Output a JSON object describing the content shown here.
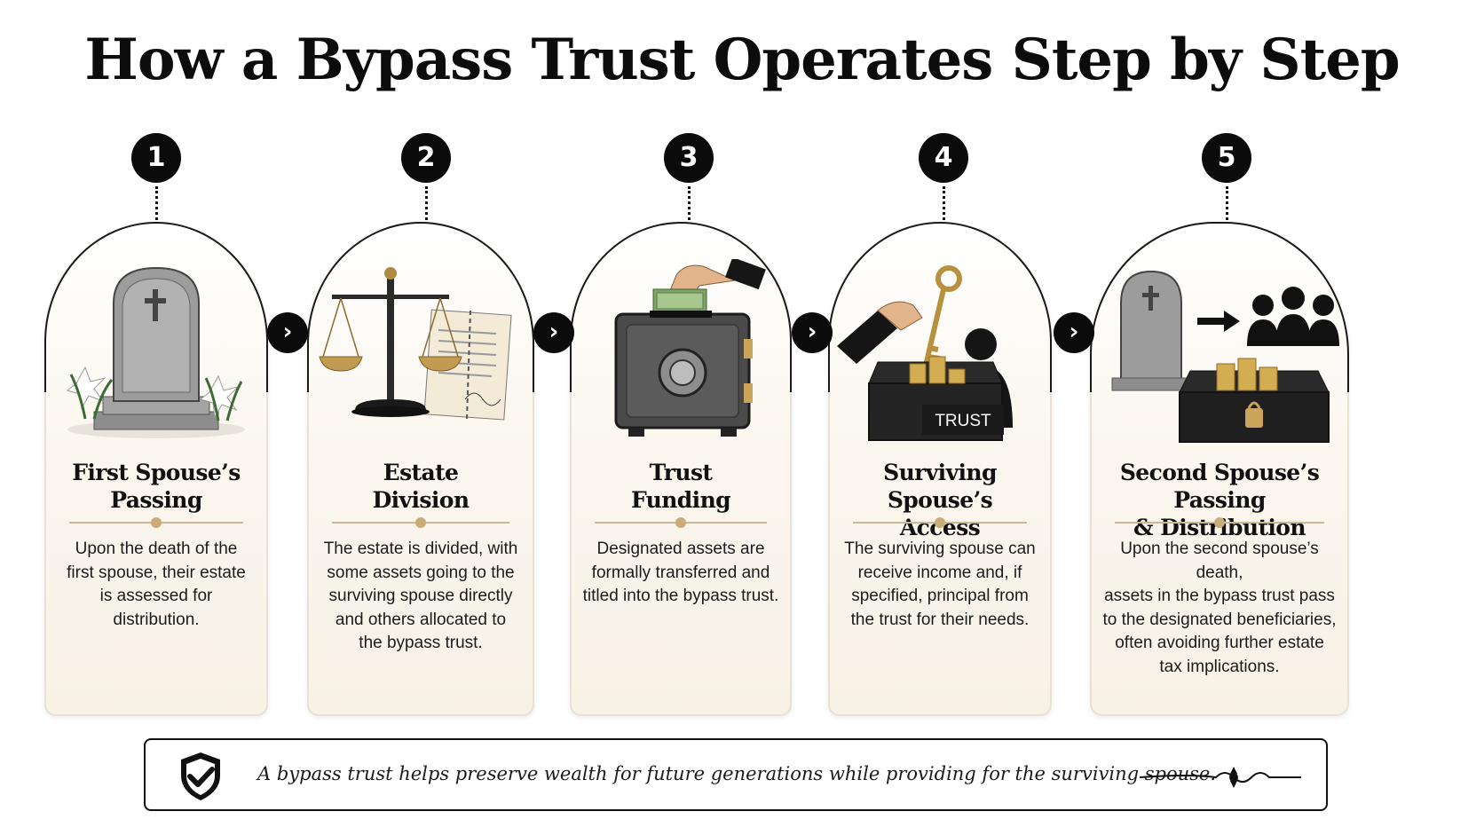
{
  "title": "How a Bypass Trust Operates Step by Step",
  "steps": [
    {
      "number": "1",
      "title_line1": "First Spouse’s",
      "title_line2": "Passing",
      "desc": [
        "Upon the death of the",
        "first spouse, their estate",
        "is assessed for distribution."
      ],
      "icon": "tombstone-with-lilies-icon"
    },
    {
      "number": "2",
      "title_line1": "Estate",
      "title_line2": "Division",
      "desc": [
        "The estate is divided, with",
        "some assets going to the",
        "surviving spouse directly",
        "and others allocated to",
        "the bypass trust."
      ],
      "icon": "scales-and-document-icon"
    },
    {
      "number": "3",
      "title_line1": "Trust",
      "title_line2": "Funding",
      "desc": [
        "Designated assets are",
        "formally transferred and",
        "titled into the bypass trust."
      ],
      "icon": "safe-with-money-icon"
    },
    {
      "number": "4",
      "title_line1": "Surviving Spouse’s",
      "title_line2": "Access",
      "desc": [
        "The surviving spouse can",
        "receive income and, if",
        "specified, principal from",
        "the trust for their needs."
      ],
      "icon": "key-and-trust-chest-icon",
      "chest_label": "TRUST"
    },
    {
      "number": "5",
      "title_line1": "Second Spouse’s Passing",
      "title_line2": "& Distribution",
      "desc": [
        "Upon the second spouse’s death,",
        "assets in the bypass trust pass",
        "to the designated beneficiaries,",
        "often avoiding further estate",
        "tax implications."
      ],
      "icon": "tombstone-to-beneficiaries-icon"
    }
  ],
  "arrow_glyph": "›",
  "footer": {
    "text": "A bypass trust helps preserve wealth for future generations while providing for the surviving spouse.",
    "icon": "shield-check-icon"
  },
  "colors": {
    "accent_gold": "#c9ac78",
    "card_bg": "#f7f1e6",
    "ink": "#0b0b0b"
  }
}
